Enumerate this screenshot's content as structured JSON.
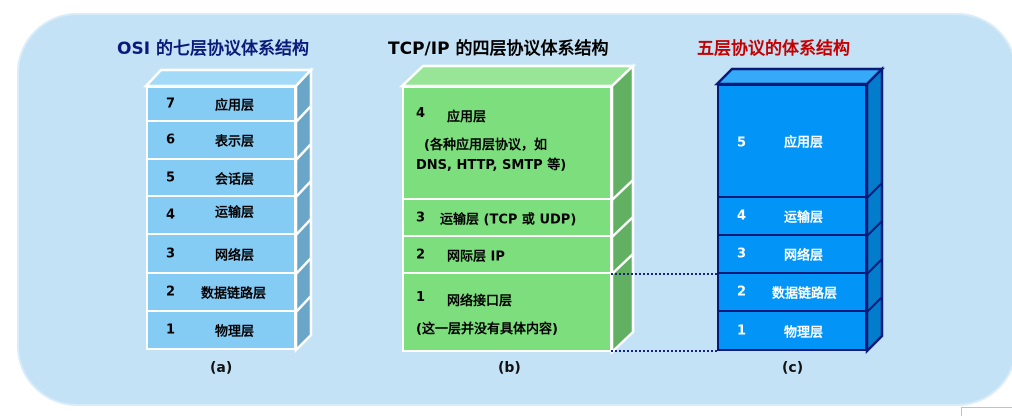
{
  "colors": {
    "background": "#c4e2f6",
    "osi_front": "#85ccf5",
    "osi_top": "#a3daf8",
    "osi_side": "#6aa6c8",
    "tcp_front": "#7cde7c",
    "tcp_top": "#98e598",
    "tcp_side": "#62b062",
    "five_front": "#0295f7",
    "five_top": "#35aaf9",
    "five_side": "#037ccc",
    "five_border": "#0a1a78",
    "title_osi": "#0a1a7a",
    "title_tcp": "#000000",
    "title_five": "#c40000"
  },
  "osi": {
    "title": "OSI 的七层协议体系结构",
    "caption": "(a)",
    "layers": [
      {
        "num": "7",
        "label": "应用层"
      },
      {
        "num": "6",
        "label": "表示层"
      },
      {
        "num": "5",
        "label": "会话层"
      },
      {
        "num": "4",
        "label": "运输层"
      },
      {
        "num": "3",
        "label": "网络层"
      },
      {
        "num": "2",
        "label": "数据链路层"
      },
      {
        "num": "1",
        "label": "物理层"
      }
    ]
  },
  "tcpip": {
    "title": "TCP/IP 的四层协议体系结构",
    "caption": "(b)",
    "layers": [
      {
        "num": "4",
        "label": "应用层",
        "note_line1": "(各种应用层协议，如",
        "note_line2": "DNS, HTTP, SMTP 等)"
      },
      {
        "num": "3",
        "label": "运输层 (TCP 或 UDP)"
      },
      {
        "num": "2",
        "label": "网际层 IP"
      },
      {
        "num": "1",
        "label": "网络接口层",
        "note_line1": "(这一层并没有具体内容)"
      }
    ]
  },
  "five": {
    "title": "五层协议的体系结构",
    "caption": "(c)",
    "layers": [
      {
        "num": "5",
        "label": "应用层"
      },
      {
        "num": "4",
        "label": "运输层"
      },
      {
        "num": "3",
        "label": "网络层"
      },
      {
        "num": "2",
        "label": "数据链路层"
      },
      {
        "num": "1",
        "label": "物理层"
      }
    ]
  }
}
